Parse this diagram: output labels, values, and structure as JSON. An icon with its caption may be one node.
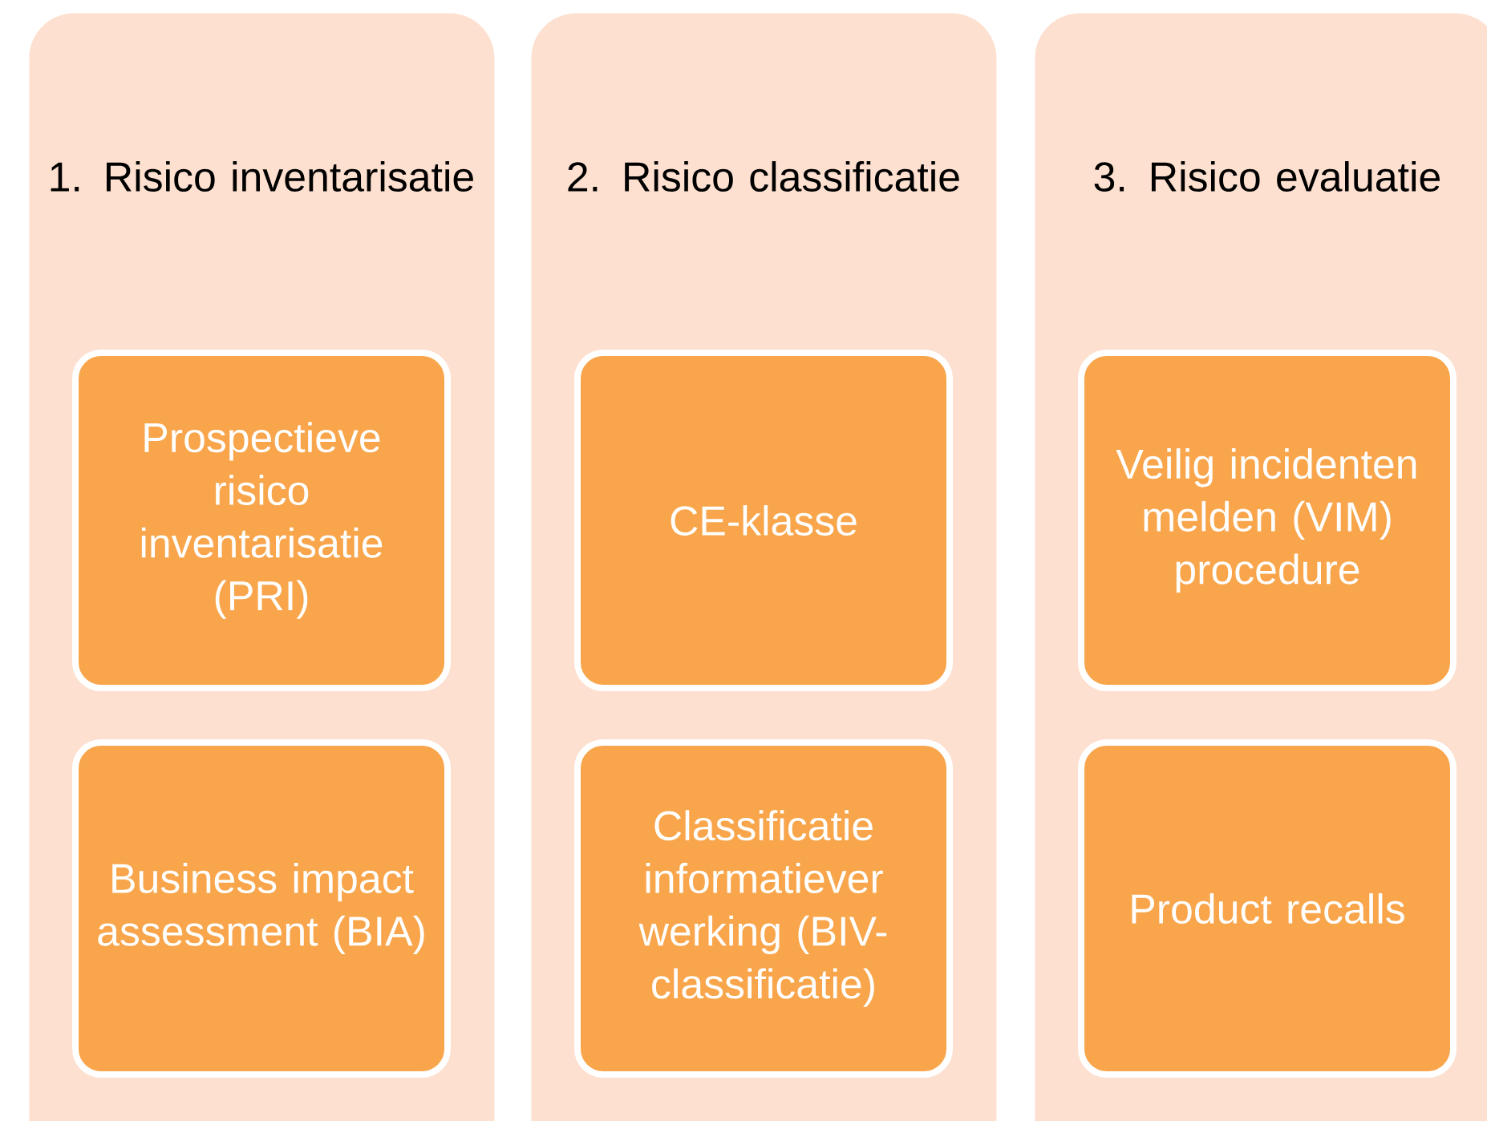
{
  "diagram": {
    "nodes": [
      {
        "text": [
          "1. Risico inventarisatie"
        ]
      },
      {
        "text": [
          "Prospectieve risico inventarisatie (PRI)"
        ],
        "in": 0
      },
      {
        "text": [
          "Business impact assessment (BIA)"
        ],
        "in": 0
      },
      {
        "text": [
          "2. Risico classificatie"
        ]
      },
      {
        "text": [
          "CE-klasse"
        ],
        "in": 3
      },
      {
        "text": [
          "Classificatie informatiever werking (BIV-classificatie)"
        ],
        "in": 3
      },
      {
        "text": [
          "3. Risico evaluatie"
        ]
      },
      {
        "text": [
          "Veilig incidenten melden (VIM) procedure"
        ],
        "in": 6
      },
      {
        "text": [
          "Product recalls"
        ],
        "in": 6
      }
    ]
  }
}
